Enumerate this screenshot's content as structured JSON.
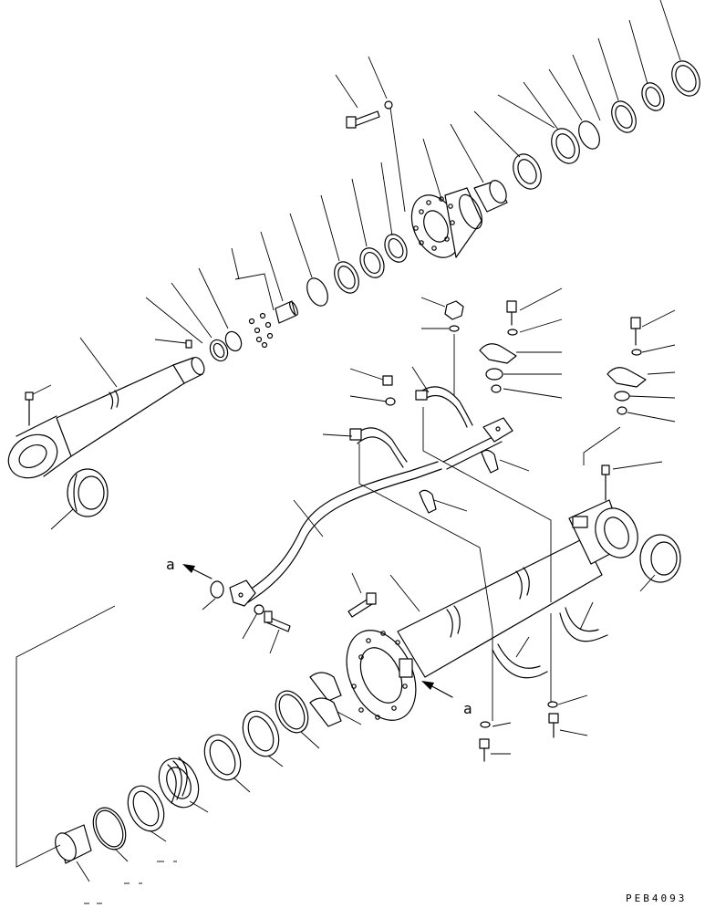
{
  "drawing": {
    "code": "PEB4093",
    "view_labels": [
      "a",
      "a"
    ]
  }
}
